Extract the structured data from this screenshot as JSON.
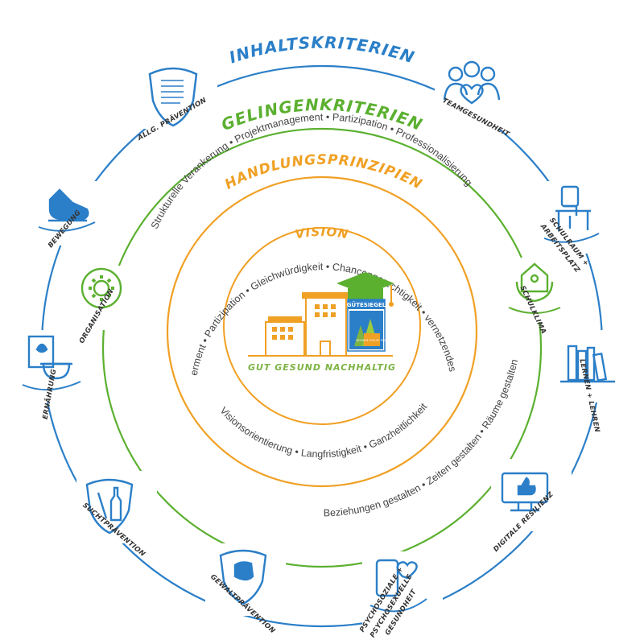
{
  "rings": {
    "inhaltskriterien": {
      "title": "INHALTSKRITERIEN",
      "color": "#2b7fc8"
    },
    "gelingenkriterien": {
      "title": "GELINGENKRITERIEN",
      "color": "#5bb030",
      "top_text": "Strukturelle Verankerung • Projektmanagement • Partizipation • Professionalisierung",
      "bottom_text": "Beziehungen gestalten • Zeiten gestalten • Räume gestalten"
    },
    "handlungsprinzipien": {
      "title": "HANDLUNGSPRINZIPIEN",
      "color": "#f0a024",
      "top_text": "Empowerment • Partizipation • Gleichwürdigkeit • Chancengerechtigkeit • vernetzendes Denken",
      "bottom_text": "Visionsorientierung • Langfristigkeit • Ganzheitlichkeit"
    },
    "vision": {
      "title": "VISION",
      "color": "#f0a024"
    }
  },
  "center": {
    "badge": "GÜTESIEGEL",
    "badge_small": "GESUNDE SCHULE TIROL",
    "slogan": "GUT GESUND NACHHALTIG"
  },
  "icons": [
    {
      "id": "allg-praevention",
      "label": "ALLG. PRÄVENTION",
      "icon": "shield-document-icon",
      "color": "#2b7fc8"
    },
    {
      "id": "teamgesundheit",
      "label": "TEAMGESUNDHEIT",
      "icon": "team-heart-icon",
      "color": "#2b7fc8"
    },
    {
      "id": "schulraum",
      "label": "SCHULRAUM + ARBEITSPLATZ",
      "icon": "desk-chair-icon",
      "color": "#2b7fc8"
    },
    {
      "id": "schulklima",
      "label": "SCHULKLIMA",
      "icon": "house-hands-icon",
      "color": "#5bb030"
    },
    {
      "id": "lernen",
      "label": "LERNEN + LEHREN",
      "icon": "books-icon",
      "color": "#2b7fc8"
    },
    {
      "id": "digitale-resilienz",
      "label": "DIGITALE RESILIENZ",
      "icon": "monitor-thumb-icon",
      "color": "#2b7fc8"
    },
    {
      "id": "psychosoziale",
      "label": "PSYCHOSOZIALE + PSYCHOSEXUELLE GESUNDHEIT",
      "icon": "phone-heart-icon",
      "color": "#2b7fc8"
    },
    {
      "id": "gewaltpraevention",
      "label": "GEWALTPRÄVENTION",
      "icon": "shield-fist-icon",
      "color": "#2b7fc8"
    },
    {
      "id": "suchtpraevention",
      "label": "SUCHTPRÄVENTION",
      "icon": "shield-bottle-icon",
      "color": "#2b7fc8"
    },
    {
      "id": "ernaehrung",
      "label": "ERNÄHRUNG",
      "icon": "bowl-book-icon",
      "color": "#2b7fc8"
    },
    {
      "id": "organisation",
      "label": "ORGANISATION",
      "icon": "gear-circle-icon",
      "color": "#5bb030"
    },
    {
      "id": "bewegung",
      "label": "BEWEGUNG",
      "icon": "sneaker-icon",
      "color": "#2b7fc8"
    }
  ]
}
